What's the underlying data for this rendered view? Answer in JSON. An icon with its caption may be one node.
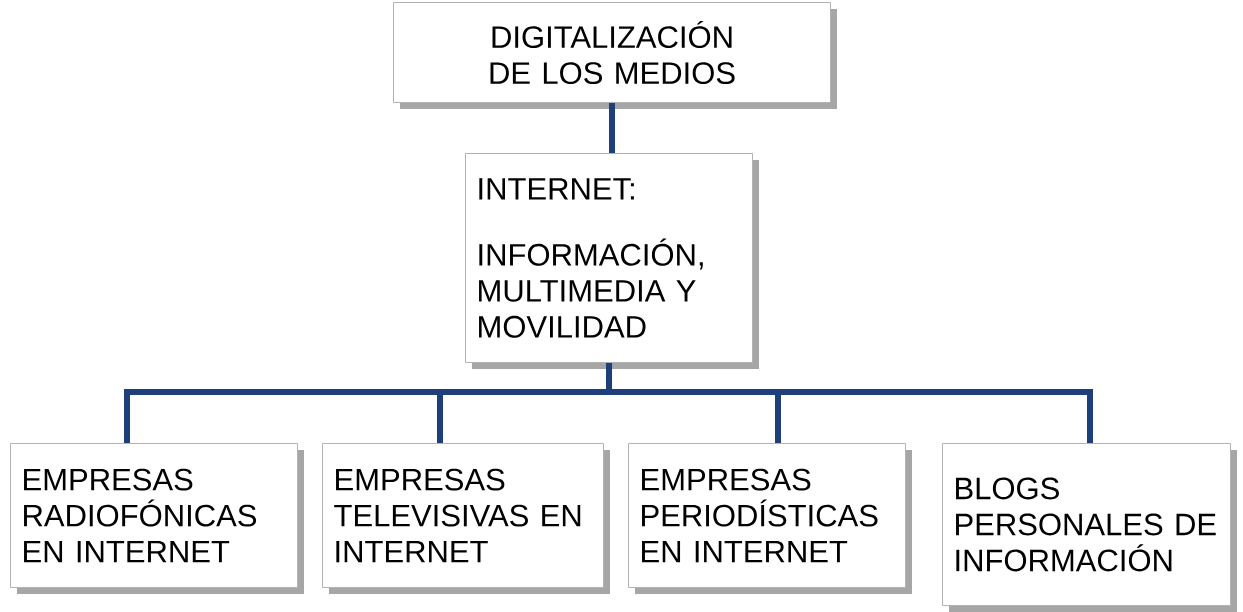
{
  "diagram": {
    "nodes": [
      {
        "text": [
          "DIGITALIZACIÓN DE LOS MEDIOS"
        ]
      },
      {
        "text": [
          "INTERNET:",
          "INFORMACIÓN, MULTIMEDIA Y MOVILIDAD"
        ]
      },
      {
        "text": [
          "EMPRESAS RADIOFÓNICAS EN INTERNET"
        ]
      },
      {
        "text": [
          "EMPRESAS TELEVISIVAS EN INTERNET"
        ]
      },
      {
        "text": [
          "EMPRESAS PERIODÍSTICAS EN INTERNET"
        ]
      },
      {
        "text": [
          "BLOGS PERSONALES DE INFORMACIÓN"
        ]
      }
    ],
    "edges": [
      {
        "from": 0,
        "to": 1,
        "arrow": "none"
      },
      {
        "from": 1,
        "to": 2,
        "arrow": "none"
      },
      {
        "from": 1,
        "to": 3,
        "arrow": "none"
      },
      {
        "from": 1,
        "to": 4,
        "arrow": "none"
      },
      {
        "from": 1,
        "to": 5,
        "arrow": "none"
      }
    ]
  }
}
